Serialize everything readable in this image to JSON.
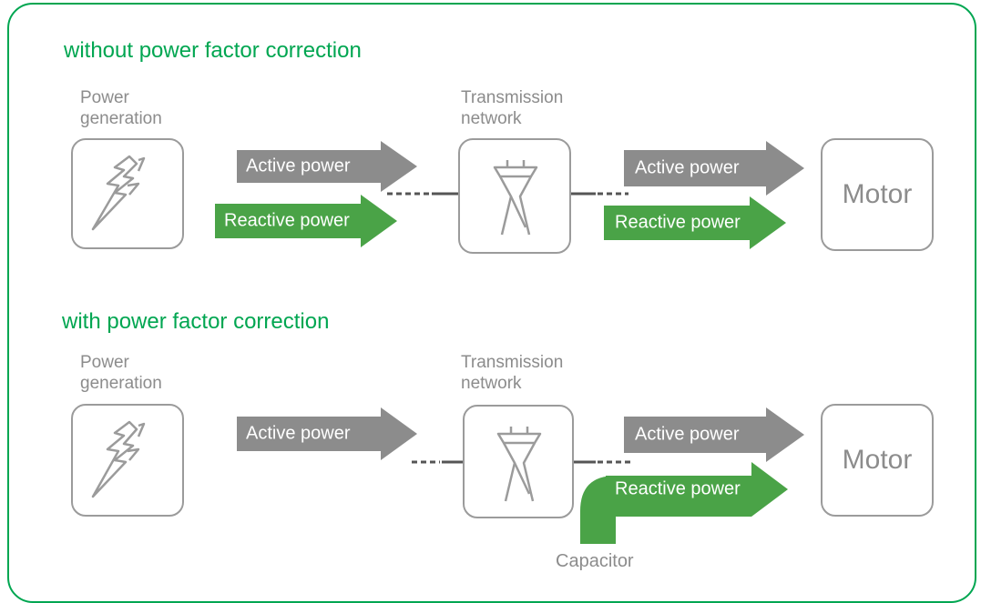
{
  "colors": {
    "accent": "#00a651",
    "gray_arrow": "#8c8c8c",
    "green_arrow": "#4aa347",
    "box_border": "#9b9b9b"
  },
  "sections": [
    {
      "title": "without power factor correction",
      "generation_label": [
        "Power",
        "generation"
      ],
      "network_label": [
        "Transmission",
        "network"
      ],
      "left_active": "Active power",
      "left_reactive": "Reactive power",
      "right_active": "Active power",
      "right_reactive": "Reactive power",
      "motor": "Motor"
    },
    {
      "title": "with power factor correction",
      "generation_label": [
        "Power",
        "generation"
      ],
      "network_label": [
        "Transmission",
        "network"
      ],
      "left_active": "Active power",
      "right_active": "Active power",
      "right_reactive": "Reactive power",
      "motor": "Motor",
      "capacitor": "Capacitor"
    }
  ],
  "icons": {
    "generation": "lightning-icon",
    "network": "transmission-tower-icon"
  }
}
